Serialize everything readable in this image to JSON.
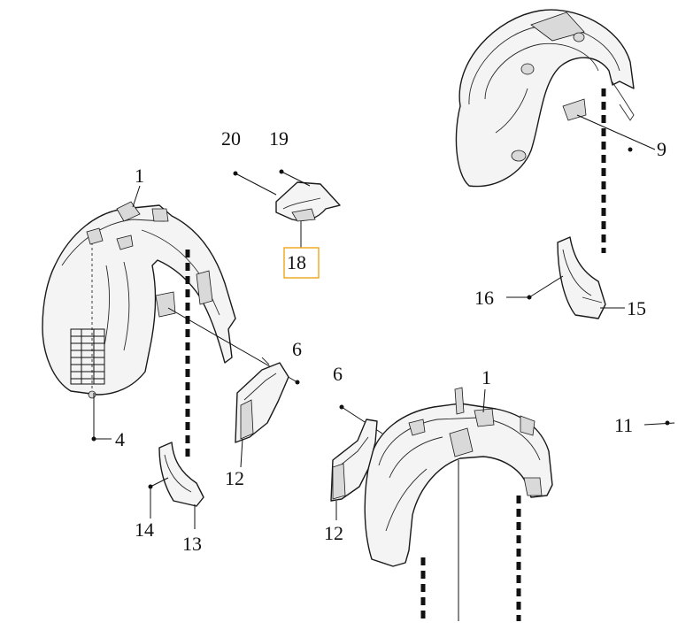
{
  "callouts": {
    "c1_left": "1",
    "c1_right": "1",
    "c4": "4",
    "c6_left": "6",
    "c6_right": "6",
    "c9": "9",
    "c11": "11",
    "c12_left": "12",
    "c12_right": "12",
    "c13": "13",
    "c14": "14",
    "c15": "15",
    "c16": "16",
    "c18": "18",
    "c19": "19",
    "c20": "20"
  },
  "colors": {
    "highlight_box": "#f0a418",
    "line": "#111111",
    "part_fill": "#f4f4f4"
  }
}
